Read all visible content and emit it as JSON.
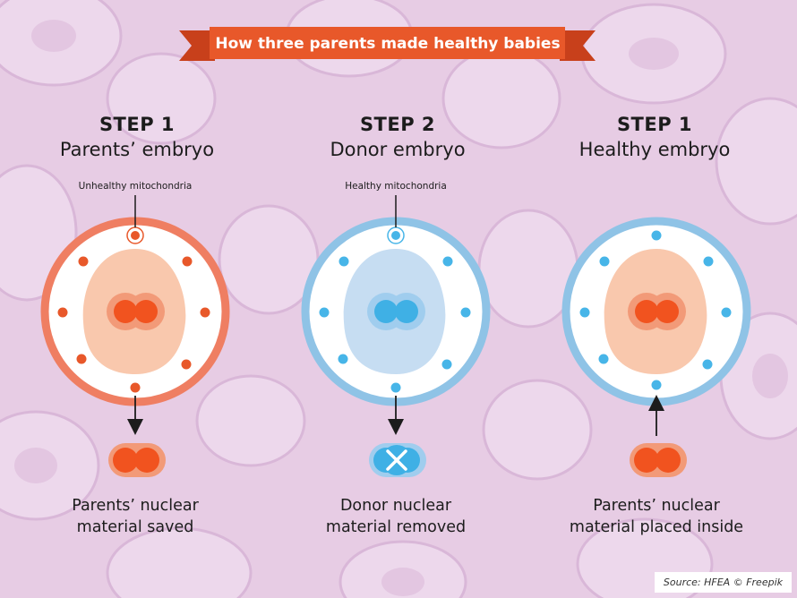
{
  "banner": {
    "title": "How three parents made healthy babies"
  },
  "steps": [
    {
      "label": "STEP 1",
      "title": "Parents’ embryo",
      "callout": "Unhealthy mitochondria",
      "caption_line1": "Parents’ nuclear",
      "caption_line2": "material saved"
    },
    {
      "label": "STEP 2",
      "title": "Donor embryo",
      "callout": "Healthy mitochondria",
      "caption_line1": "Donor nuclear",
      "caption_line2": "material removed"
    },
    {
      "label": "STEP 1",
      "title": "Healthy embryo",
      "callout": "",
      "caption_line1": "Parents’ nuclear",
      "caption_line2": "material placed inside"
    }
  ],
  "source": "Source: HFEA © Freepik",
  "colors": {
    "accent_orange": "#e8582a",
    "ring_orange": "#ef7e62",
    "ring_blue": "#8fc3e6",
    "nucleus_orange": "#f1531f",
    "nucleus_blue": "#3fb0e5",
    "background": "#e9cfe6"
  }
}
